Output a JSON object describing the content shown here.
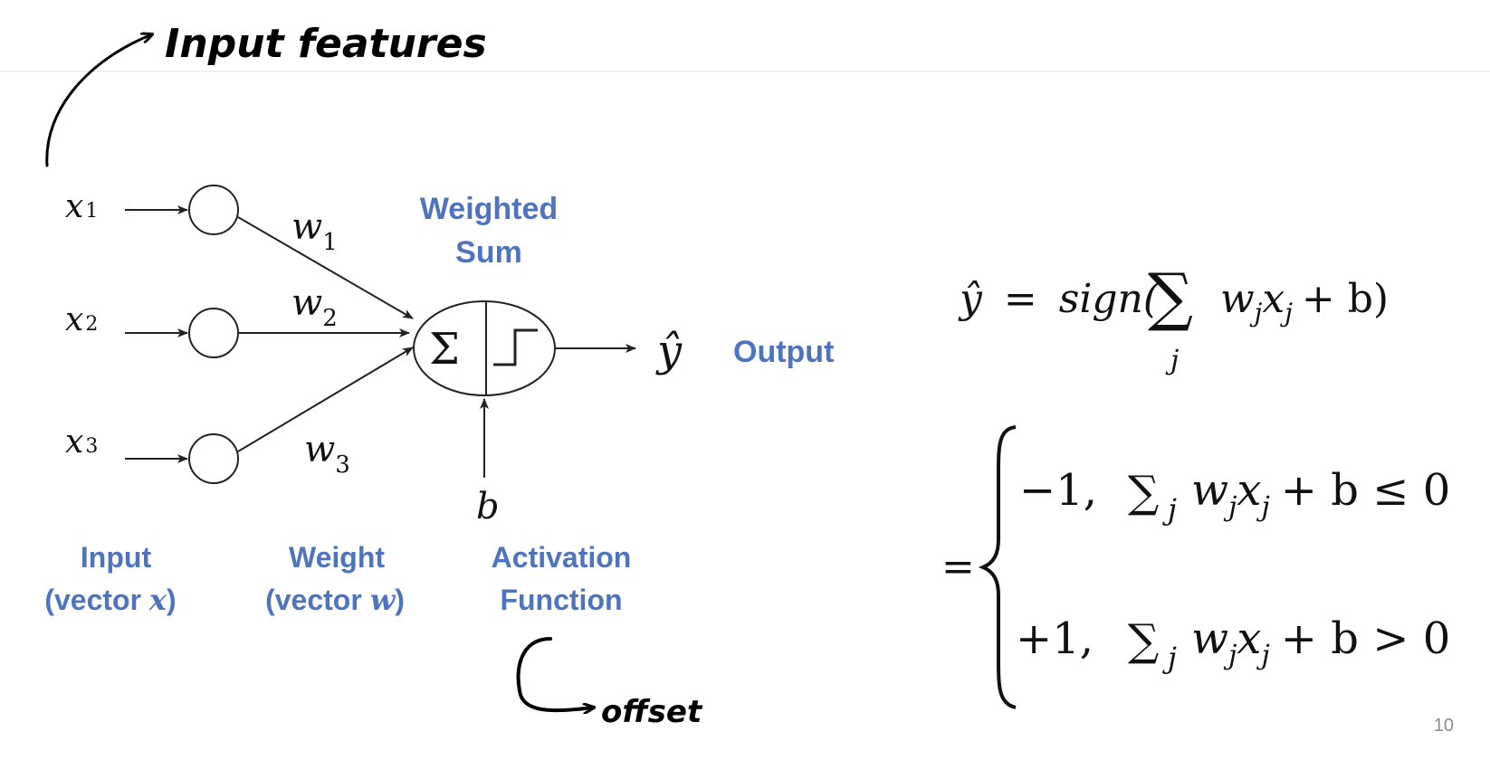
{
  "annotations": {
    "input_features": "Input features",
    "offset": "offset"
  },
  "diagram": {
    "inputs": [
      {
        "var": "x",
        "sub": "1"
      },
      {
        "var": "x",
        "sub": "2"
      },
      {
        "var": "x",
        "sub": "3"
      }
    ],
    "weights": [
      {
        "var": "w",
        "sub": "1"
      },
      {
        "var": "w",
        "sub": "2"
      },
      {
        "var": "w",
        "sub": "3"
      }
    ],
    "bias": "b",
    "sum_symbol": "Σ",
    "output_symbol": "ŷ",
    "labels": {
      "weighted_sum_line1": "Weighted",
      "weighted_sum_line2": "Sum",
      "output": "Output",
      "input_line1": "Input",
      "input_line2_prefix": "(vector ",
      "input_var": "x",
      "weight_line1": "Weight",
      "weight_line2_prefix": "(vector ",
      "weight_var": "w",
      "closing_paren": ")",
      "activation_line1": "Activation",
      "activation_line2": "Function"
    }
  },
  "equations": {
    "main": {
      "lhs": "ŷ",
      "equals": "=",
      "func": "sign(",
      "sum": "∑",
      "sum_index": "j",
      "w": "w",
      "x": "x",
      "sub": "j",
      "plus_b": "+ b)"
    },
    "cases": {
      "equals": "=",
      "case1_value": "−1,",
      "case1_cond_rel": "+ b ≤ 0",
      "case2_value": "+1,",
      "case2_cond_rel": "+ b > 0",
      "sum": "∑",
      "sub": "j",
      "w": "w",
      "x": "x"
    }
  },
  "page_number": "10",
  "colors": {
    "label_blue": "#4f74bf",
    "ink": "#000000",
    "page_number": "#8c8c8c"
  }
}
